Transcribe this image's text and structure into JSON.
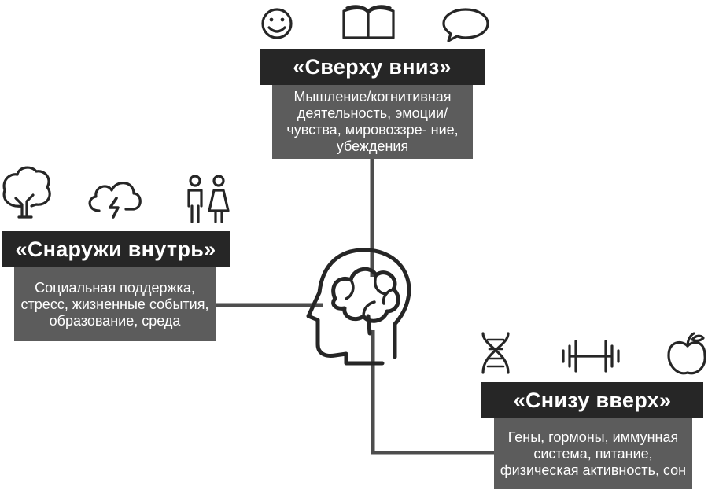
{
  "top": {
    "title": "«Сверху вниз»",
    "description": "Мышление/когнитивная деятельность, эмоции/ чувства, мировоззре- ние, убеждения",
    "icons": [
      "smiley-icon",
      "open-book-icon",
      "speech-bubble-icon"
    ]
  },
  "left": {
    "title": "«Снаружи внутрь»",
    "description": "Социальная поддержка, стресс, жизненные события, образование, среда",
    "icons": [
      "tree-icon",
      "storm-cloud-icon",
      "man-woman-icon"
    ]
  },
  "bottom": {
    "title": "«Снизу вверх»",
    "description": "Гены, гормоны, иммунная система, питание, физическая активность, сон",
    "icons": [
      "dna-icon",
      "dumbbell-icon",
      "apple-icon"
    ]
  },
  "center": {
    "icon": "head-brain-icon"
  },
  "colors": {
    "title_bg": "#262626",
    "desc_bg": "#5c5c5c",
    "connector": "#4d4d4d"
  }
}
